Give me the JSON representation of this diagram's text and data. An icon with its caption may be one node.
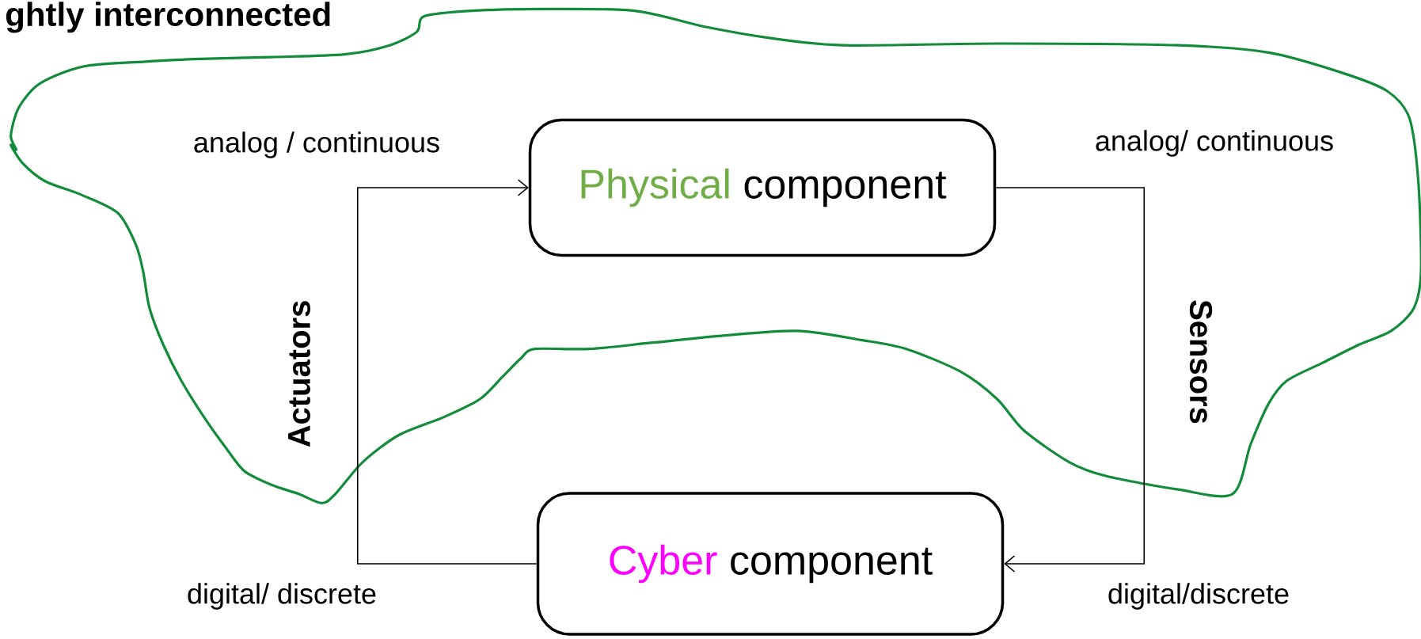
{
  "diagram": {
    "title": "ghtly interconnected",
    "nodes": [
      {
        "text": [
          "Physical",
          "component"
        ]
      },
      {
        "text": [
          "Cyber",
          "component"
        ]
      }
    ],
    "edges": [
      {
        "from": 1,
        "to": 0,
        "arrow": "to",
        "label": "Actuators"
      },
      {
        "from": 0,
        "to": 1,
        "arrow": "to",
        "label": "Sensors"
      }
    ],
    "labels": [
      "analog / continuous",
      "analog/ continuous",
      "digital/ discrete",
      "digital/discrete"
    ]
  }
}
